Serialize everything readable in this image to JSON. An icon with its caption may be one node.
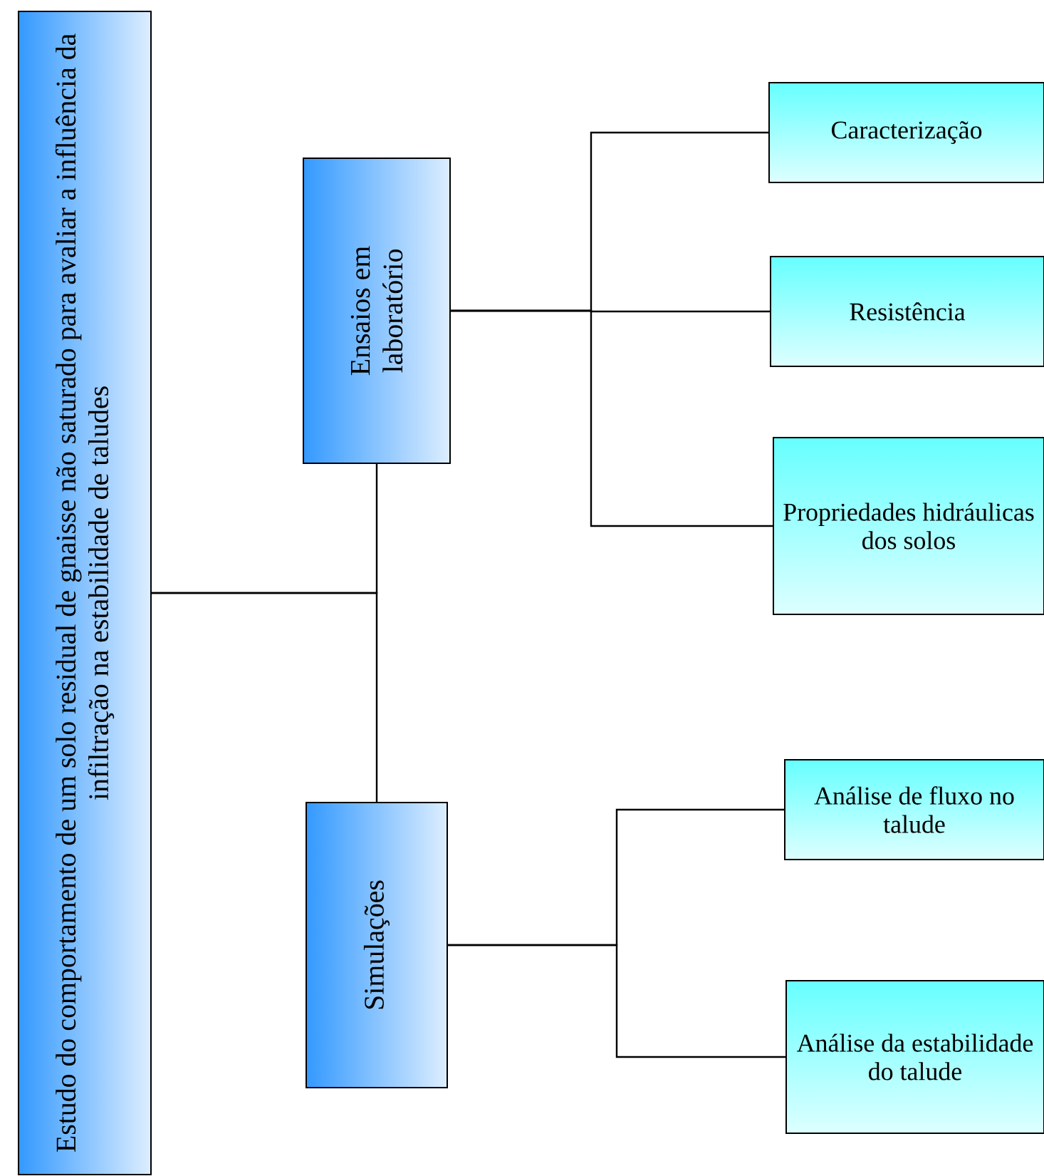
{
  "diagram": {
    "nodes": [
      {
        "text": [
          "Estudo do comportamento de um solo residual de gnaisse não saturado para avaliar a influência da infiltração na estabilidade de taludes"
        ]
      },
      {
        "text": [
          "Ensaios em laboratório"
        ]
      },
      {
        "text": [
          "Simulações"
        ]
      },
      {
        "text": [
          "Caracterização"
        ]
      },
      {
        "text": [
          "Resistência"
        ]
      },
      {
        "text": [
          "Propriedades hidráulicas dos solos"
        ]
      },
      {
        "text": [
          "Análise de fluxo no talude"
        ]
      },
      {
        "text": [
          "Análise da estabilidade do talude"
        ]
      }
    ],
    "edges": [
      {
        "from": 0,
        "to": 1,
        "arrow": "none"
      },
      {
        "from": 0,
        "to": 2,
        "arrow": "none"
      },
      {
        "from": 1,
        "to": 3,
        "arrow": "none"
      },
      {
        "from": 1,
        "to": 4,
        "arrow": "none"
      },
      {
        "from": 1,
        "to": 5,
        "arrow": "none"
      },
      {
        "from": 2,
        "to": 6,
        "arrow": "none"
      },
      {
        "from": 2,
        "to": 7,
        "arrow": "none"
      }
    ]
  }
}
